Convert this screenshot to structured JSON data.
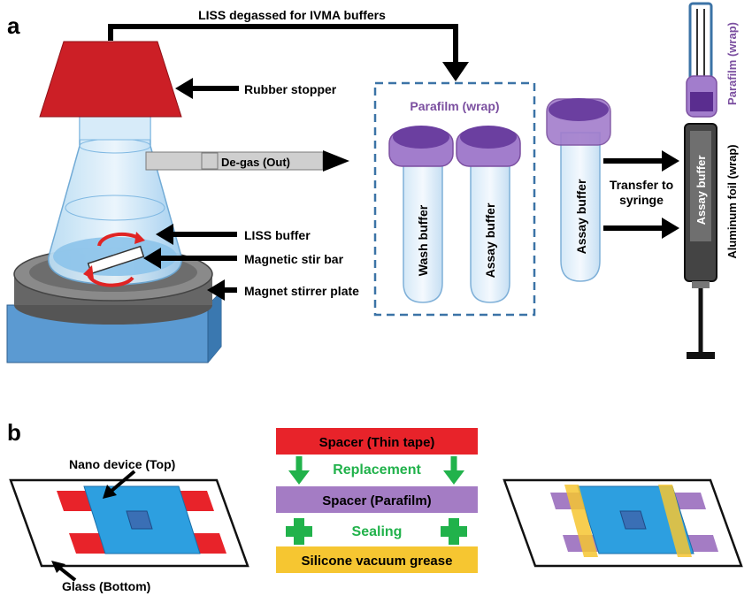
{
  "panel_a": {
    "letter": "a",
    "top_label": "LISS degassed for IVMA buffers",
    "rubber_stopper": "Rubber stopper",
    "degas_out": "De-gas (Out)",
    "liss_buffer": "LISS buffer",
    "stir_bar": "Magnetic stir bar",
    "stirrer_plate": "Magnet stirrer plate",
    "parafilm_wrap": "Parafilm (wrap)",
    "wash_buffer": "Wash buffer",
    "assay_buffer": "Assay buffer",
    "transfer_line1": "Transfer to",
    "transfer_line2": "syringe",
    "syringe_label": "Assay buffer",
    "aluminum_foil": "Aluminum foil (wrap)"
  },
  "panel_b": {
    "letter": "b",
    "nano_device": "Nano device (Top)",
    "glass_bottom": "Glass (Bottom)",
    "spacer_thin_tape": "Spacer (Thin tape)",
    "replacement": "Replacement",
    "spacer_parafilm": "Spacer (Parafilm)",
    "sealing": "Sealing",
    "silicone_grease": "Silicone vacuum grease"
  },
  "colors": {
    "stopper_red": "#cc1f26",
    "parafilm_purple": "#7b4fa0",
    "dashed_box": "#3b73a6",
    "green_arrow": "#21b24b",
    "spacer_red": "#e8232a",
    "spacer_purple": "#a47cc4",
    "grease_yellow": "#f6c631",
    "device_blue": "#2d9fe0",
    "base_blue": "#4e8ec7"
  }
}
